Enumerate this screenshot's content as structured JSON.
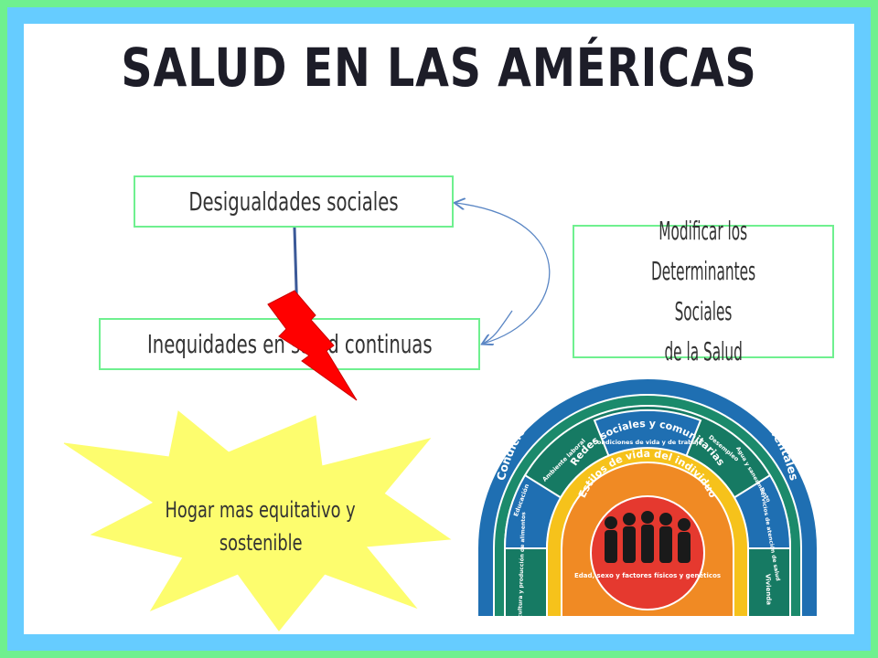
{
  "title": "SALUD EN LAS AMÉRICAS",
  "boxes": {
    "desigualdades": "Desigualdades sociales",
    "inequidades": "Inequidades en salud continuas",
    "modificar_line1": "Modificar los",
    "modificar_line2": "Determinantes Sociales",
    "modificar_line3": "de la Salud"
  },
  "star": {
    "line1": "Hogar mas equitativo y",
    "line2": "sostenible"
  },
  "rainbow": {
    "outer_band": "Condiciones socioeconómicas, culturales y medioambientales",
    "segments": [
      "Agricultura y producción de alimentos",
      "Educación",
      "Ambiente laboral",
      "Condiciones de vida y de trabajo",
      "Desempleo",
      "Agua y saneamiento",
      "Servicios de atención de salud",
      "Vivienda"
    ],
    "yellow_band": "Redes sociales y comunitarias",
    "orange_band": "Estilos de vida del individuo",
    "core": "Edad, sexo y factores físicos y genéticos"
  },
  "colors": {
    "border_green": "#6ff08f",
    "border_blue": "#66ccff",
    "lightning_red": "#ff0000",
    "star_yellow": "#fdfd6e",
    "arrow_blue": "#5a86c4"
  }
}
